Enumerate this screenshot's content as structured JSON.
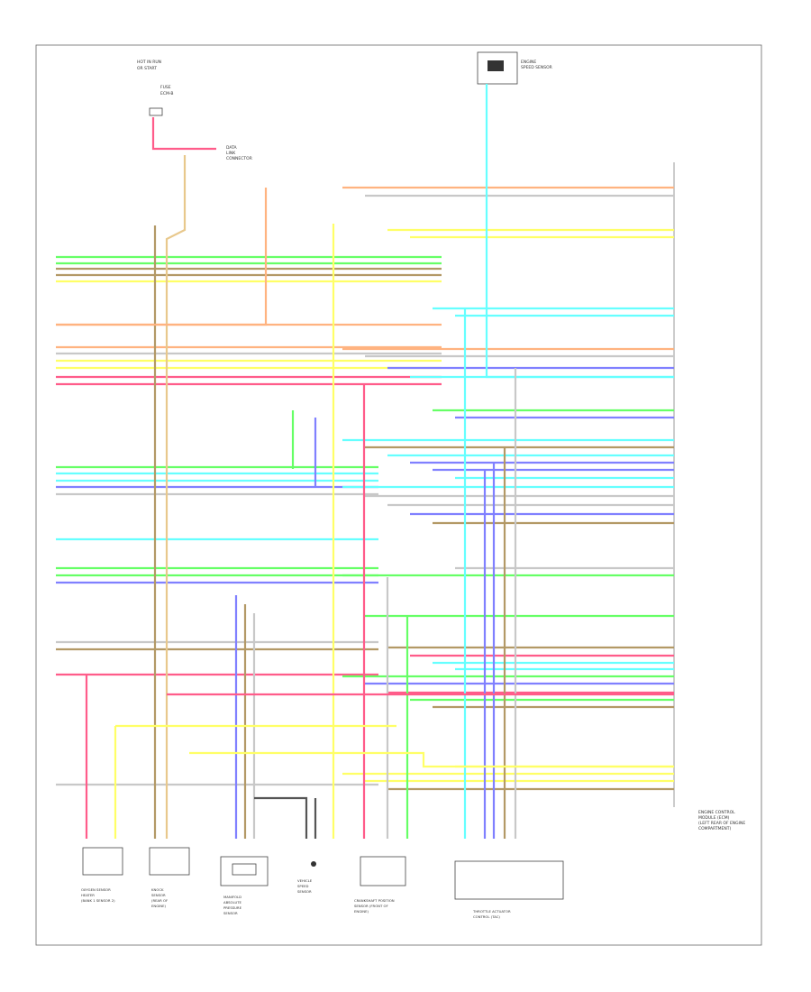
{
  "diagram": {
    "footer_code": "",
    "ecm_caption": [
      "ENGINE CONTROL",
      "MODULE (ECM)",
      "(LEFT REAR OF ENGINE",
      "COMPARTMENT)"
    ],
    "top_left_label": [
      "HOT IN RUN",
      "OR START"
    ],
    "fuse_label": [
      "FUSE",
      "ECM-B"
    ],
    "dlc_label": [
      "DATA",
      "LINK",
      "CONNECTOR"
    ],
    "sensor_top_label": [
      "ENGINE",
      "SPEED SENSOR"
    ],
    "components": [
      {
        "id": "oxygen",
        "label": [
          "OXYGEN SENSOR",
          "HEATER",
          "(BANK 1 SENSOR 2)"
        ]
      },
      {
        "id": "knock",
        "label": [
          "KNOCK",
          "SENSOR",
          "(REAR OF",
          "ENGINE)"
        ]
      },
      {
        "id": "manifold",
        "label": [
          "MANIFOLD",
          "ABSOLUTE",
          "PRESSURE",
          "SENSOR"
        ]
      },
      {
        "id": "speed",
        "label": [
          "VEHICLE",
          "SPEED",
          "SENSOR"
        ]
      },
      {
        "id": "crank",
        "label": [
          "CRANKSHAFT POSITION",
          "SENSOR (FRONT OF",
          "ENGINE)"
        ]
      },
      {
        "id": "throttle",
        "label": [
          "THROTTLE ACTUATOR",
          "CONTROL (TAC)"
        ]
      }
    ],
    "wire_colors": {
      "pink": "#ff5c8a",
      "orange": "#ffb380",
      "tan": "#e8c88c",
      "yellow": "#ffff66",
      "green": "#66ff66",
      "lightblue": "#66ffff",
      "blue": "#8080ff",
      "brown": "#b39966",
      "gray": "#c8c8c8",
      "black": "#555555"
    }
  }
}
